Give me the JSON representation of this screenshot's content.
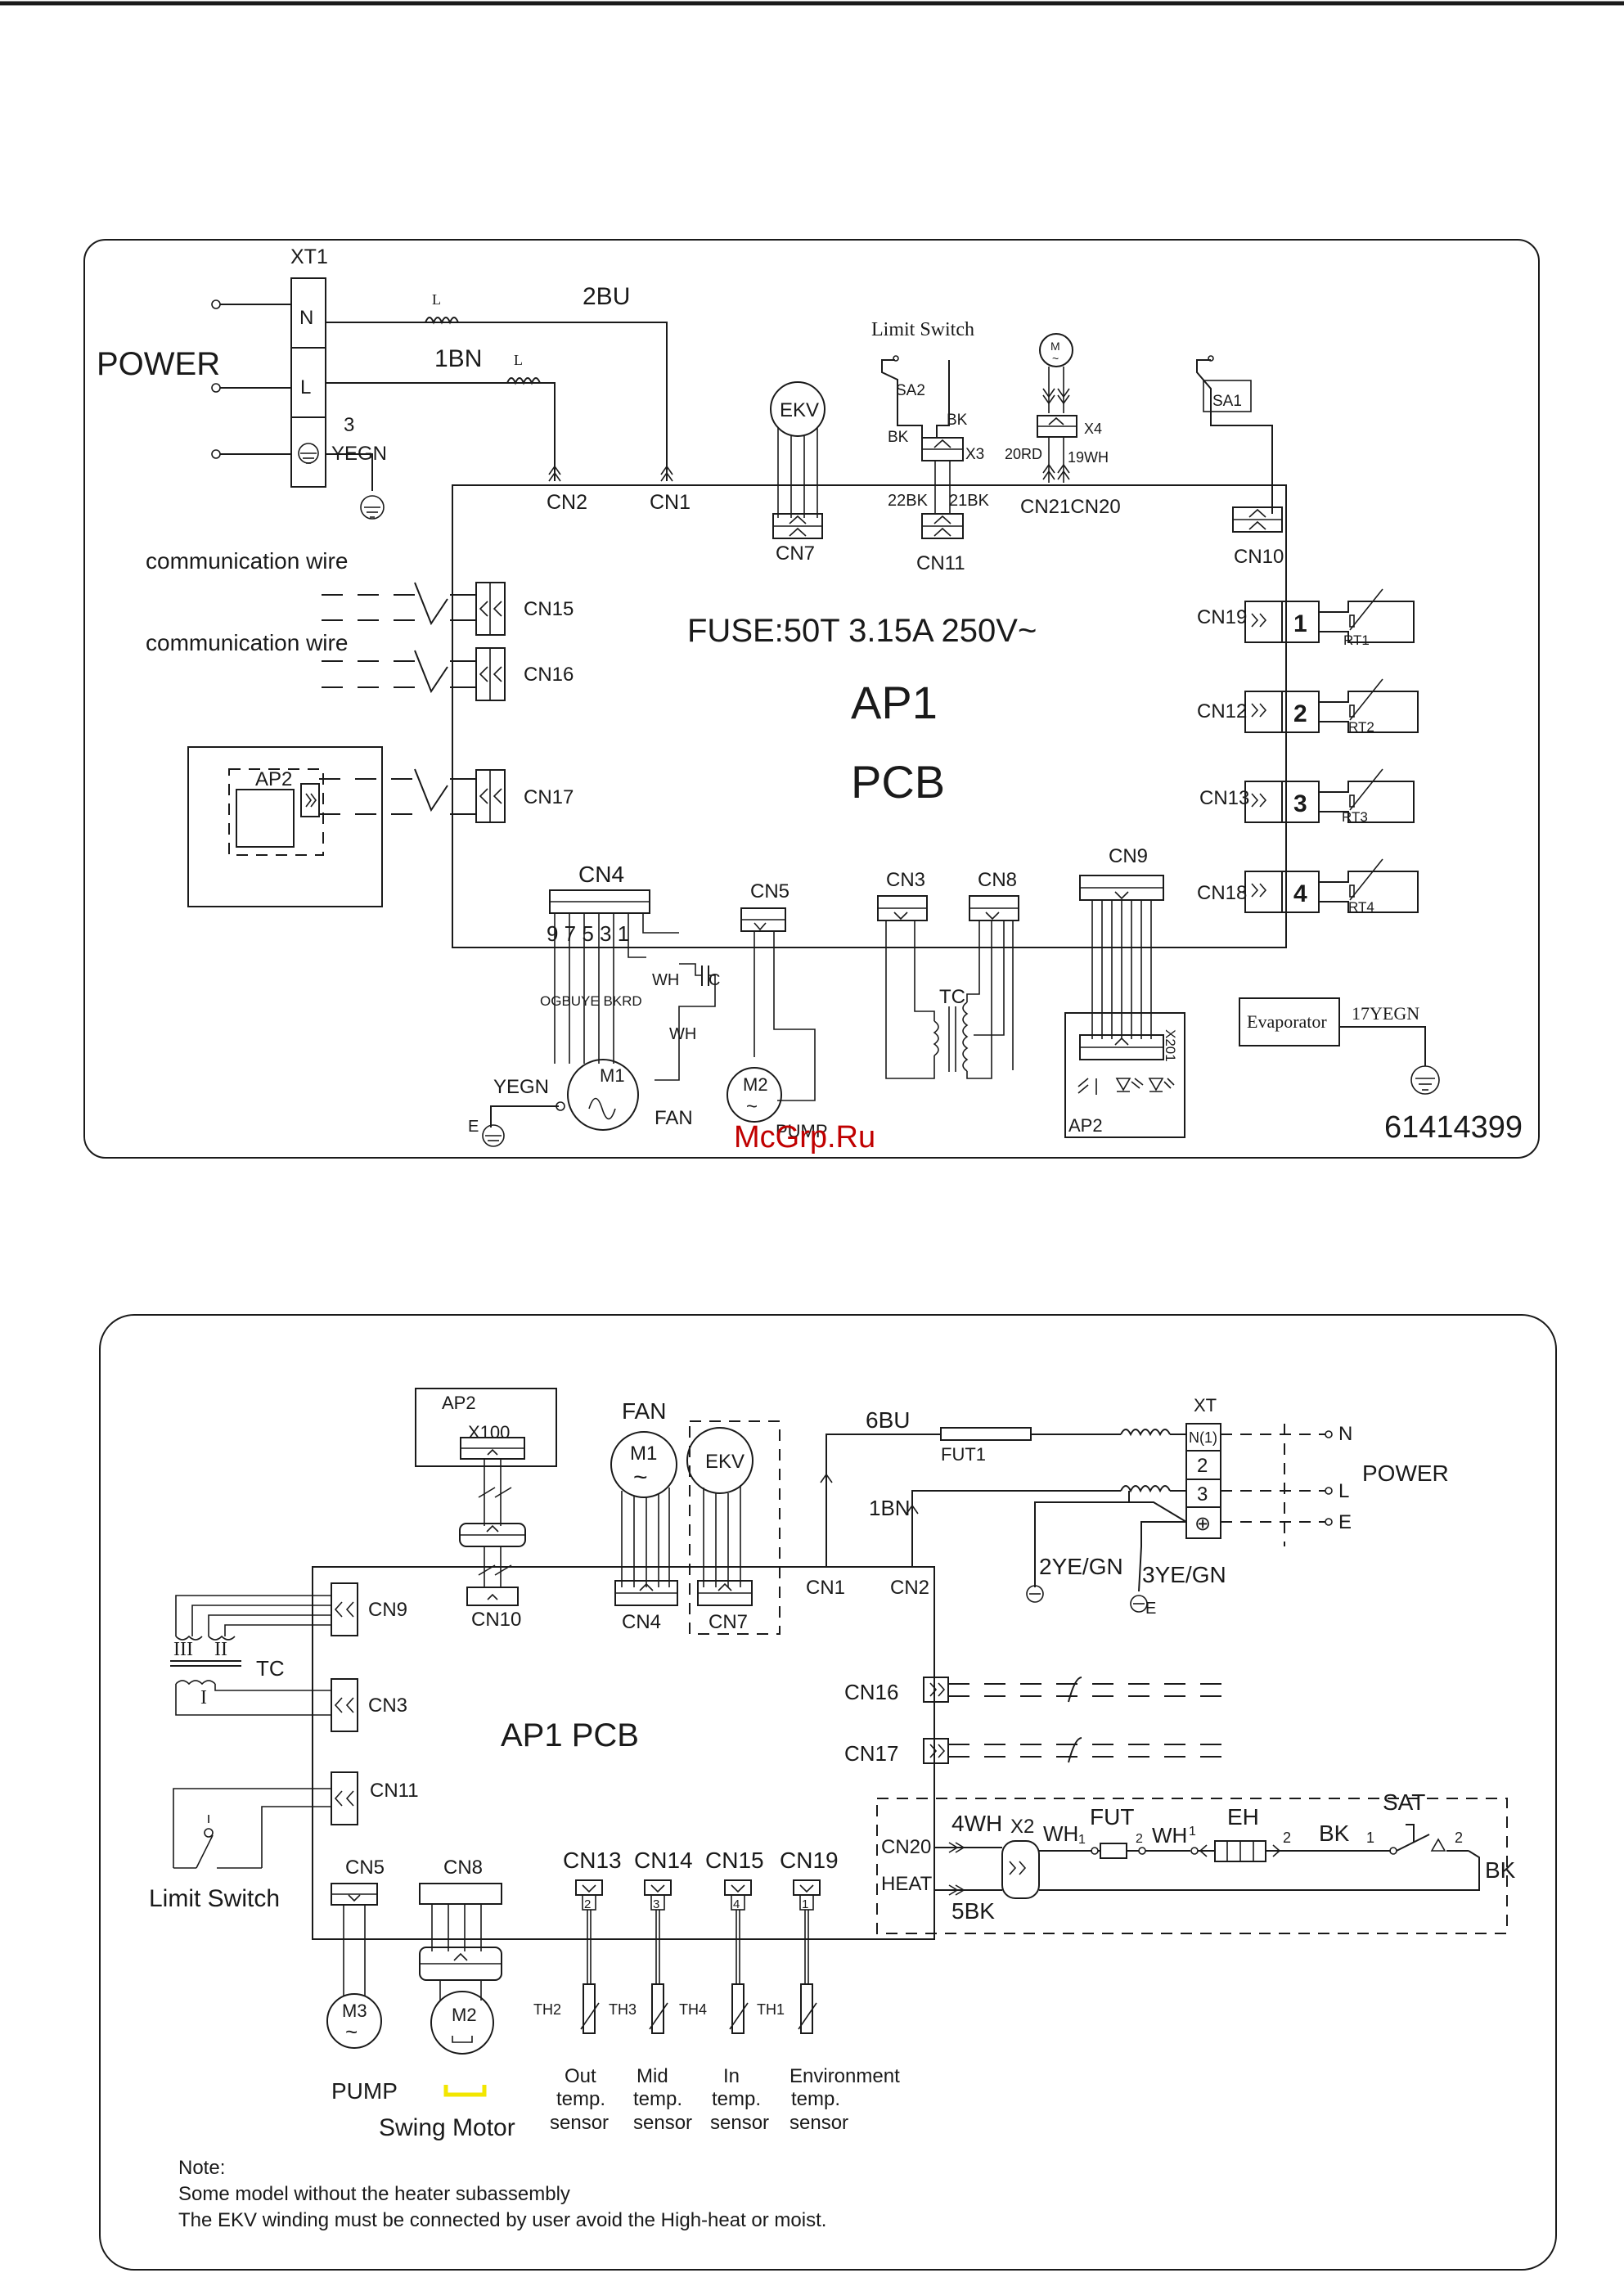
{
  "watermark": "McGrp.Ru",
  "colors": {
    "ink": "#1a1a1a",
    "watermark": "#c00000",
    "highlight": "#f2e600"
  },
  "diagram1": {
    "xt1": "XT1",
    "terminals": [
      "N",
      "L"
    ],
    "power": "POWER",
    "wire_3": "3",
    "wire_yegn": "YEGN",
    "coil_l": "L",
    "wire_2bu": "2BU",
    "wire_1bn": "1BN",
    "cn2": "CN2",
    "cn1": "CN1",
    "ekv": "EKV",
    "cn7": "CN7",
    "limit_switch": "Limit Switch",
    "sa2": "SA2",
    "bk_a": "BK",
    "bk_b": "BK",
    "x3": "X3",
    "wire_22bk": "22BK",
    "wire_21bk": "21BK",
    "cn11": "CN11",
    "motor_m": "M",
    "motor_tilde": "~",
    "x4": "X4",
    "wire_20rd": "20RD",
    "wire_19wh": "19WH",
    "cn21_cn20": "CN21CN20",
    "sa1": "SA1",
    "cn10": "CN10",
    "comm_wire_1": "communication wire",
    "comm_wire_2": "communication wire",
    "cn15": "CN15",
    "cn16": "CN16",
    "ap2": "AP2",
    "cn17": "CN17",
    "fuse": "FUSE:50T 3.15A 250V~",
    "ap1": "AP1",
    "pcb": "PCB",
    "sensors": [
      {
        "cn": "CN19",
        "num": "1",
        "rt": "RT1"
      },
      {
        "cn": "CN12",
        "num": "2",
        "rt": "RT2"
      },
      {
        "cn": "CN13",
        "num": "3",
        "rt": "RT3"
      },
      {
        "cn": "CN18",
        "num": "4",
        "rt": "RT4"
      }
    ],
    "cn4": "CN4",
    "cn4_pins": "9 7 5 3 1",
    "fan_wires": "OGBUYE BKRD",
    "wh_1": "WH",
    "cap_c": "C",
    "wh_2": "WH",
    "yegn": "YEGN",
    "e": "E",
    "m1": "M1",
    "fan": "FAN",
    "cn5": "CN5",
    "m2": "M2",
    "m2_tilde": "~",
    "pump": "PUMP",
    "cn3": "CN3",
    "cn8": "CN8",
    "tc": "TC",
    "cn9": "CN9",
    "x201": "X201",
    "ap2_bottom": "AP2",
    "evaporator": "Evaporator",
    "wire_17yegn": "17YEGN",
    "code": "61414399"
  },
  "diagram2": {
    "ap2": "AP2",
    "x100": "X100",
    "cn10": "CN10",
    "fan": "FAN",
    "m1": "M1",
    "m1_tilde": "~",
    "ekv": "EKV",
    "cn4": "CN4",
    "cn7": "CN7",
    "wire_6bu": "6BU",
    "fut1": "FUT1",
    "xt": "XT",
    "xt_rows": [
      "N(1)",
      "2",
      "3",
      "⊕"
    ],
    "n": "N",
    "l": "L",
    "e": "E",
    "power": "POWER",
    "wire_1bn": "1BN",
    "cn1": "CN1",
    "cn2": "CN2",
    "wire_2yegn": "2YE/GN",
    "wire_3yegn": "3YE/GN",
    "e_small": "E",
    "cn9": "CN9",
    "roman_3": "III",
    "roman_2": "II",
    "tc": "TC",
    "roman_1": "I",
    "cn3": "CN3",
    "ap1_pcb": "AP1 PCB",
    "cn11": "CN11",
    "limit_switch": "Limit Switch",
    "cn16": "CN16",
    "cn17": "CN17",
    "cn20": "CN20",
    "heat": "HEAT",
    "wire_4wh": "4WH",
    "wire_5bk": "5BK",
    "x2": "X2",
    "wh1": "WH",
    "sub_1a": "1",
    "fut": "FUT",
    "sub_2": "2",
    "wh_2": "WH",
    "sub_1b": "1",
    "eh": "EH",
    "eh_2": "2",
    "bk": "BK",
    "sat_1": "1",
    "sat": "SAT",
    "sat_2": "2",
    "bk_end": "BK",
    "cn5": "CN5",
    "cn8": "CN8",
    "m3": "M3",
    "m3_tilde": "~",
    "pump": "PUMP",
    "m2": "M2",
    "swing_motor": "Swing Motor",
    "sensor_cols": [
      {
        "cn": "CN13",
        "pin": "2",
        "th": "TH2",
        "label": [
          "Out",
          "temp.",
          "sensor"
        ]
      },
      {
        "cn": "CN14",
        "pin": "3",
        "th": "TH3",
        "label": [
          "Mid",
          "temp.",
          "sensor"
        ]
      },
      {
        "cn": "CN15",
        "pin": "4",
        "th": "TH4",
        "label": [
          "In",
          "temp.",
          "sensor"
        ]
      },
      {
        "cn": "CN19",
        "pin": "1",
        "th": "TH1",
        "label": [
          "Environment",
          "temp.",
          "sensor"
        ]
      }
    ],
    "note_title": "Note:",
    "note_1": "Some model without the heater subassembly",
    "note_2": "The EKV winding must be connected by user avoid the High-heat or moist."
  }
}
